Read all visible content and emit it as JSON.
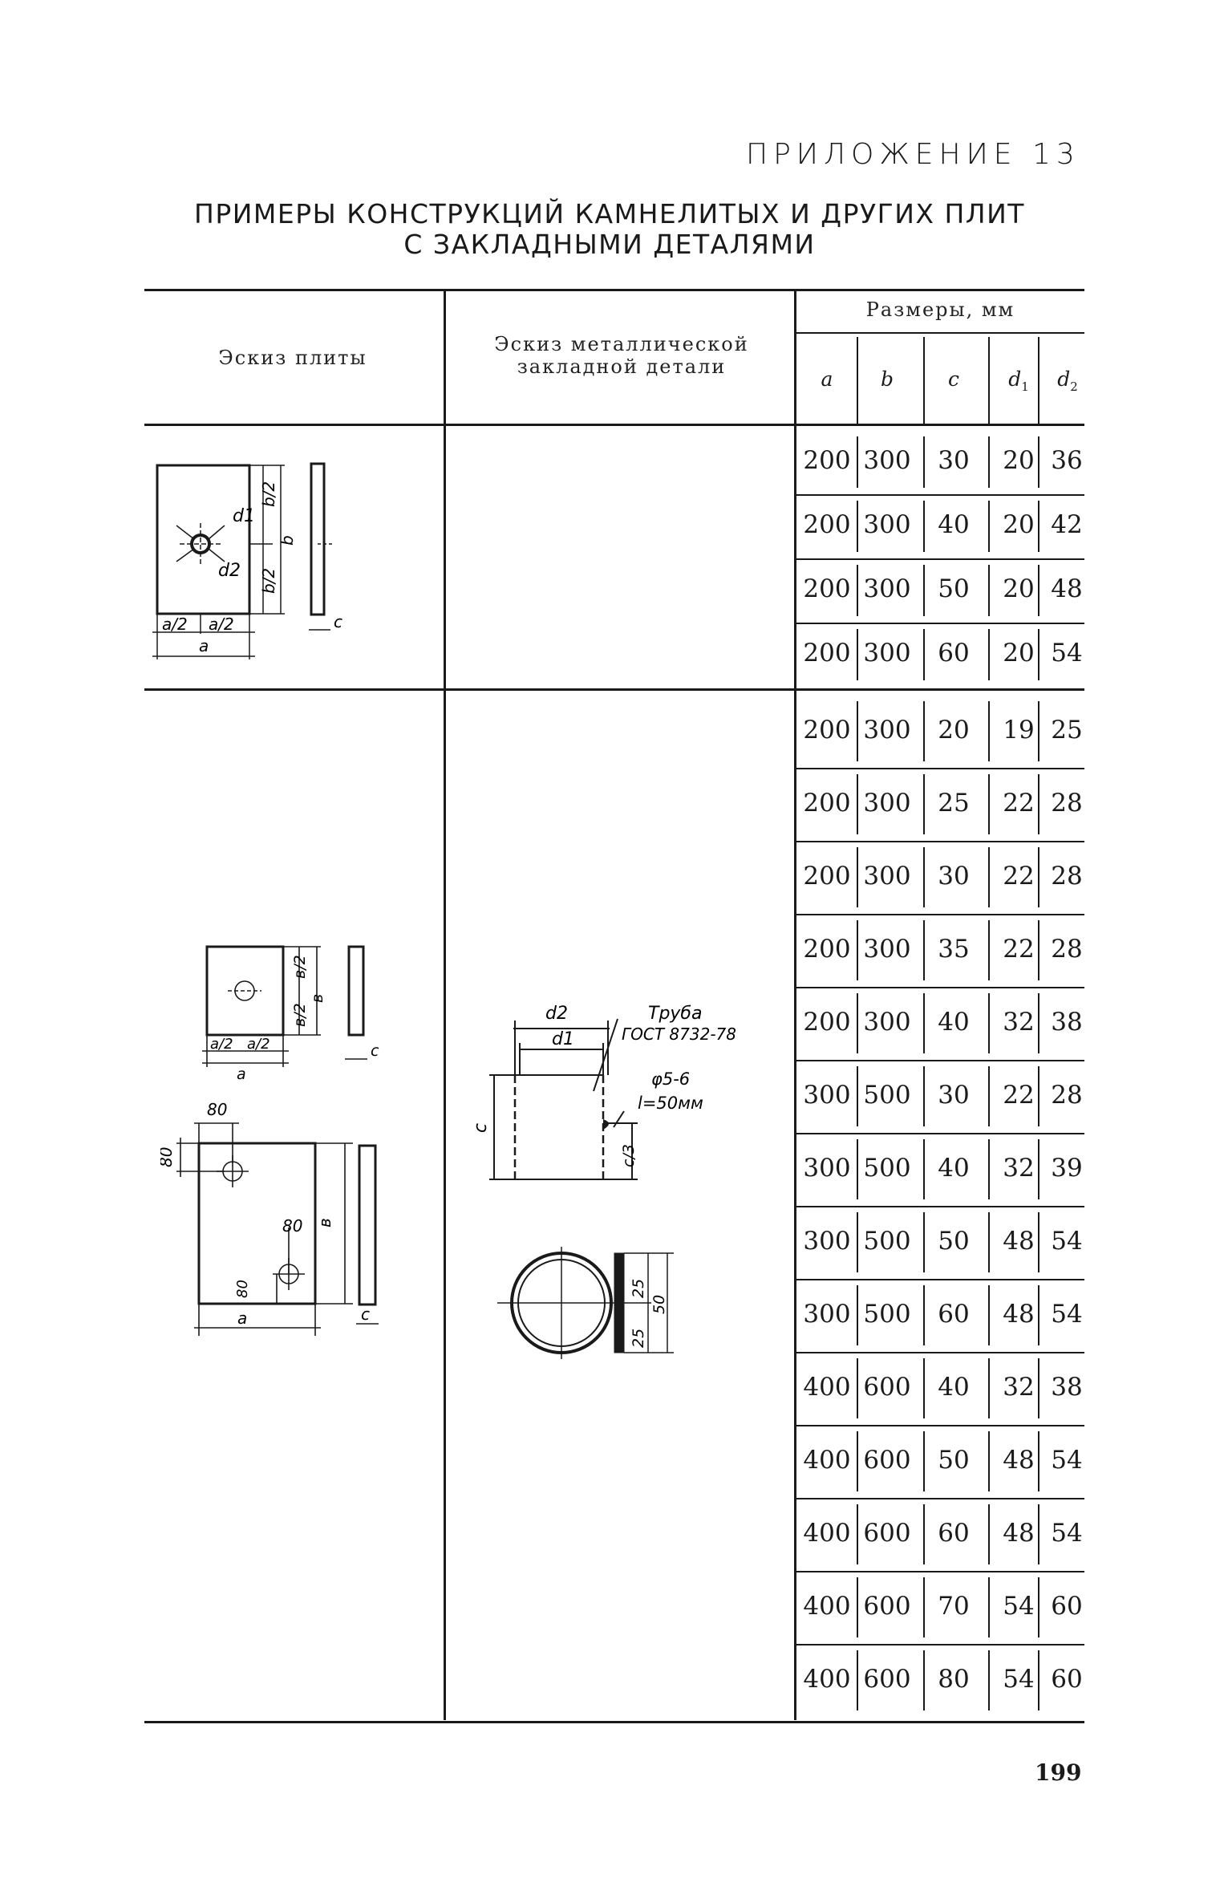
{
  "header": {
    "appendix": "ПРИЛОЖЕНИЕ 13",
    "title_line1": "ПРИМЕРЫ КОНСТРУКЦИЙ КАМНЕЛИТЫХ И ДРУГИХ ПЛИТ",
    "title_line2": "С ЗАКЛАДНЫМИ ДЕТАЛЯМИ"
  },
  "table": {
    "col_plate_sketch": "Эскиз плиты",
    "col_part_sketch_line1": "Эскиз металлической",
    "col_part_sketch_line2": "закладной детали",
    "col_dimensions": "Размеры, мм",
    "col_a": "a",
    "col_b": "b",
    "col_c": "c",
    "col_d1_base": "d",
    "col_d1_sub": "1",
    "col_d2_base": "d",
    "col_d2_sub": "2",
    "group1_rows": [
      [
        "200",
        "300",
        "30",
        "20",
        "36"
      ],
      [
        "200",
        "300",
        "40",
        "20",
        "42"
      ],
      [
        "200",
        "300",
        "50",
        "20",
        "48"
      ],
      [
        "200",
        "300",
        "60",
        "20",
        "54"
      ]
    ],
    "group2_rows": [
      [
        "200",
        "300",
        "20",
        "19",
        "25"
      ],
      [
        "200",
        "300",
        "25",
        "22",
        "28"
      ],
      [
        "200",
        "300",
        "30",
        "22",
        "28"
      ],
      [
        "200",
        "300",
        "35",
        "22",
        "28"
      ],
      [
        "200",
        "300",
        "40",
        "32",
        "38"
      ],
      [
        "300",
        "500",
        "30",
        "22",
        "28"
      ],
      [
        "300",
        "500",
        "40",
        "32",
        "39"
      ],
      [
        "300",
        "500",
        "50",
        "48",
        "54"
      ],
      [
        "300",
        "500",
        "60",
        "48",
        "54"
      ],
      [
        "400",
        "600",
        "40",
        "32",
        "38"
      ],
      [
        "400",
        "600",
        "50",
        "48",
        "54"
      ],
      [
        "400",
        "600",
        "60",
        "48",
        "54"
      ],
      [
        "400",
        "600",
        "70",
        "54",
        "60"
      ],
      [
        "400",
        "600",
        "80",
        "54",
        "60"
      ]
    ]
  },
  "sketch1": {
    "label_d1": "d1",
    "label_d2": "d2",
    "label_b2_top": "b/2",
    "label_b2_bottom": "b/2",
    "label_b": "b",
    "label_a2_left": "a/2",
    "label_a2_right": "a/2",
    "label_a": "a",
    "label_c": "c"
  },
  "sketch2": {
    "label_b2_top": "в/2",
    "label_b2_bottom": "в/2",
    "label_b": "в",
    "label_a2_left": "a/2",
    "label_a2_right": "a/2",
    "label_a": "a",
    "label_c": "c",
    "label_80_top": "80",
    "label_80_left": "80",
    "label_80_mid": "80",
    "label_80_low": "80",
    "label_b_big": "в",
    "label_a_big": "a",
    "label_c_big": "c"
  },
  "part_sketch": {
    "label_d2": "d2",
    "label_d1": "d1",
    "label_pipe_line1": "Труба",
    "label_pipe_line2": "ГОСТ 8732-78",
    "label_rod_line1": "φ5-6",
    "label_rod_line2": "l=50мм",
    "label_c": "c",
    "label_c3": "c/3",
    "label_25_top": "25",
    "label_25_bottom": "25",
    "label_50": "50"
  },
  "footer": {
    "page_number": "199"
  }
}
